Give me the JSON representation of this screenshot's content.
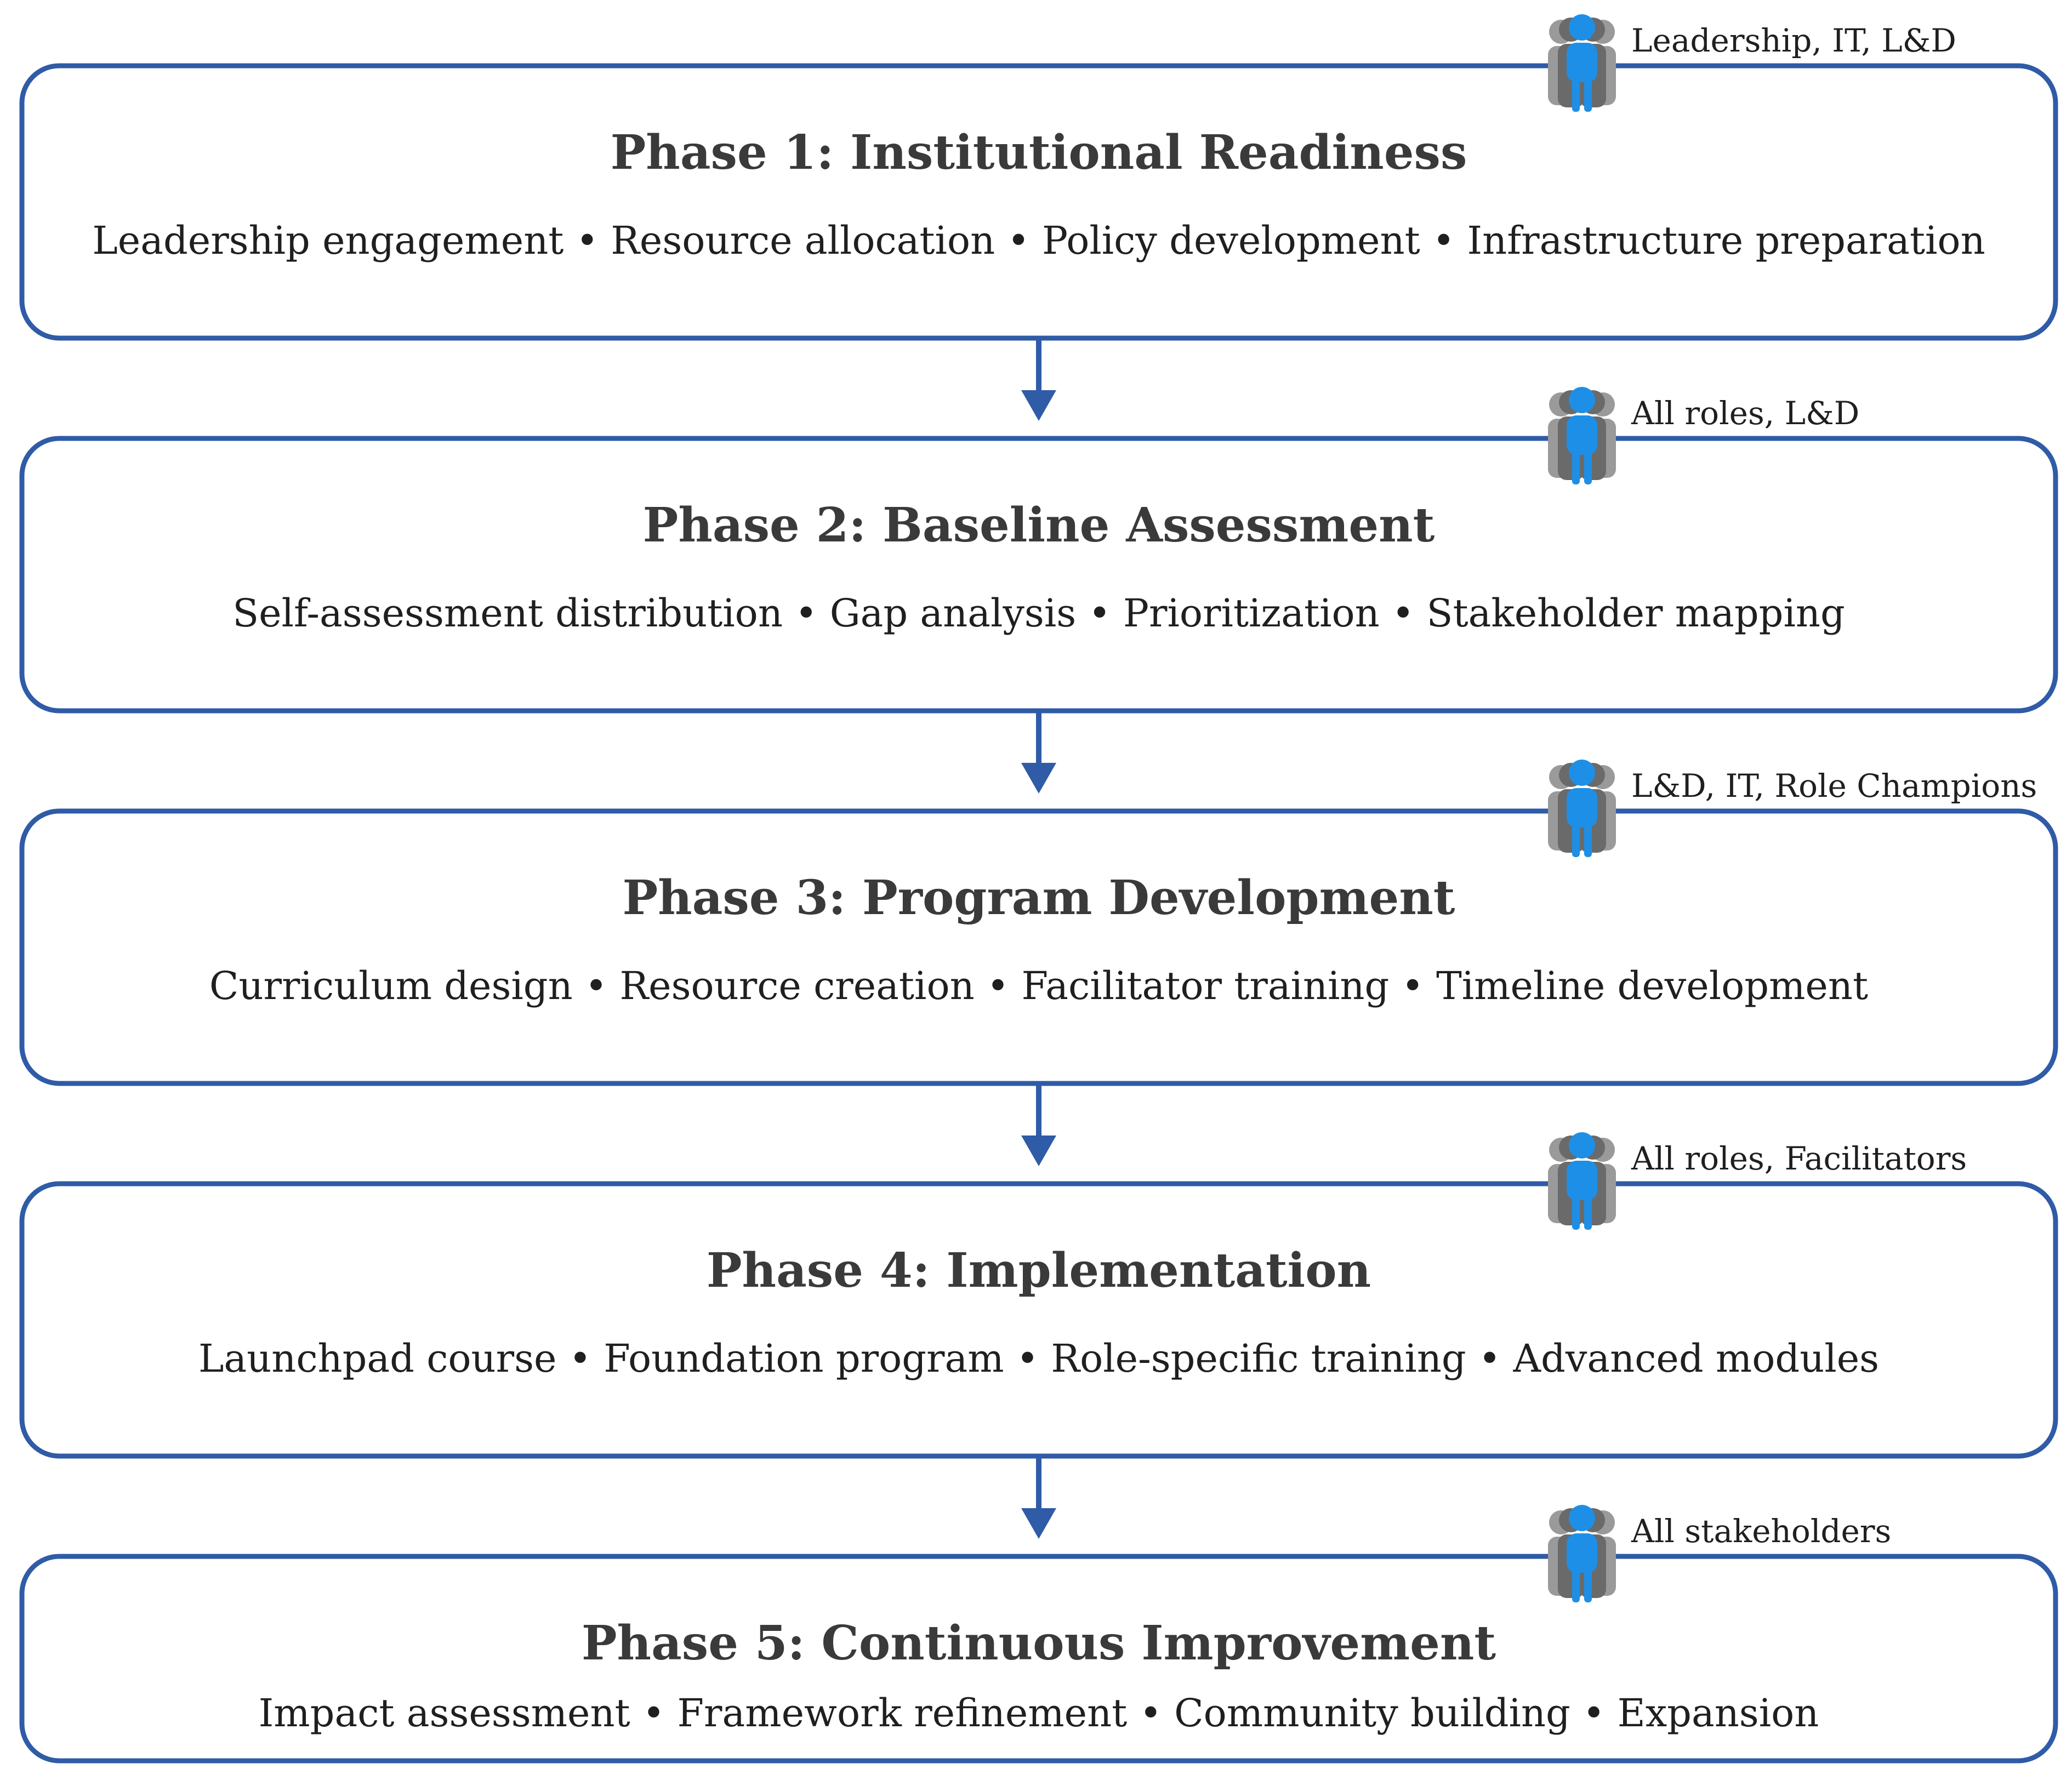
{
  "colors": {
    "box_border": "#2f5ba7",
    "arrow": "#2f5ba7",
    "person_front": "#1e8fe6",
    "person_back": "#8a8a8a",
    "title_text": "#3a3a3a"
  },
  "icons": {
    "stakeholder": "people-group-icon",
    "connector": "arrow-down-icon"
  },
  "phases": [
    {
      "title": "Phase 1: Institutional Readiness",
      "items": "Leadership engagement • Resource allocation • Policy development • Infrastructure preparation",
      "stakeholders": "Leadership, IT, L&D"
    },
    {
      "title": "Phase 2: Baseline Assessment",
      "items": "Self-assessment distribution • Gap analysis • Prioritization • Stakeholder mapping",
      "stakeholders": "All roles, L&D"
    },
    {
      "title": "Phase 3: Program Development",
      "items": "Curriculum design • Resource creation • Facilitator training • Timeline development",
      "stakeholders": "L&D, IT, Role Champions"
    },
    {
      "title": "Phase 4: Implementation",
      "items": "Launchpad course • Foundation program • Role-specific training • Advanced modules",
      "stakeholders": "All roles, Facilitators"
    },
    {
      "title": "Phase 5: Continuous Improvement",
      "items": "Impact assessment • Framework refinement • Community building • Expansion",
      "stakeholders": "All stakeholders"
    }
  ]
}
